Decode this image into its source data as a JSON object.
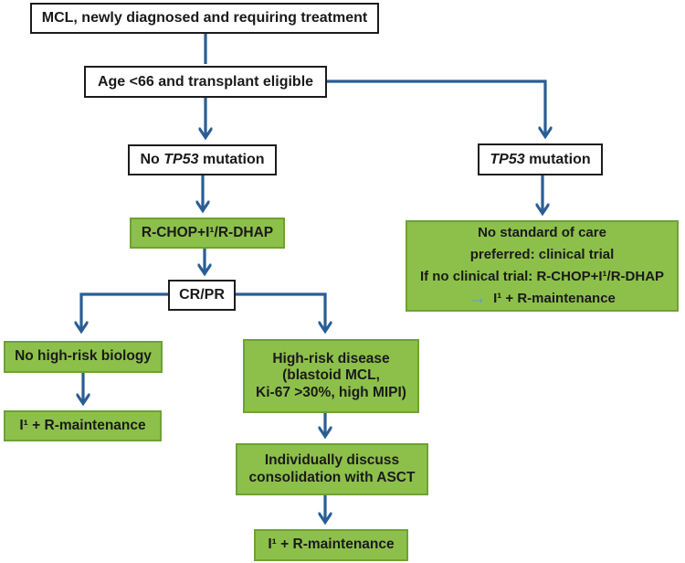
{
  "nodes": {
    "root": {
      "label": "MCL, newly diagnosed and requiring treatment"
    },
    "eligibility": {
      "label": "Age <66 and transplant eligible"
    },
    "no_tp53": {
      "pre": "No ",
      "gene": "TP53",
      "post": " mutation"
    },
    "tp53": {
      "gene": "TP53",
      "post": " mutation"
    },
    "induction": {
      "label": "R-CHOP+I¹/R-DHAP"
    },
    "response": {
      "label": "CR/PR"
    },
    "no_high_risk": {
      "label": "No high-risk biology"
    },
    "maintenance_left": {
      "label": "I¹ + R-maintenance"
    },
    "high_risk": {
      "lines": [
        "High-risk disease",
        "(blastoid MCL,",
        "Ki-67 >30%, high MIPI)"
      ]
    },
    "consolidation": {
      "lines": [
        "Individually discuss",
        "consolidation with ASCT"
      ]
    },
    "maintenance_bottom": {
      "label": "I¹ + R-maintenance"
    },
    "tp53_pathway": {
      "lines": [
        "No standard of care",
        "preferred: clinical trial",
        "If no clinical trial: R-CHOP+I¹/R-DHAP"
      ],
      "arrow_icon": "→",
      "last_line": "I¹ + R-maintenance"
    }
  },
  "colors": {
    "green_fill": "#8dc04b",
    "green_border": "#6da233",
    "white_fill": "#ffffff",
    "box_border": "#1c1c1c",
    "connector_blue": "#2a5d94",
    "light_blue_arrow": "#5b9bd5",
    "text": "#1a1a1a"
  }
}
